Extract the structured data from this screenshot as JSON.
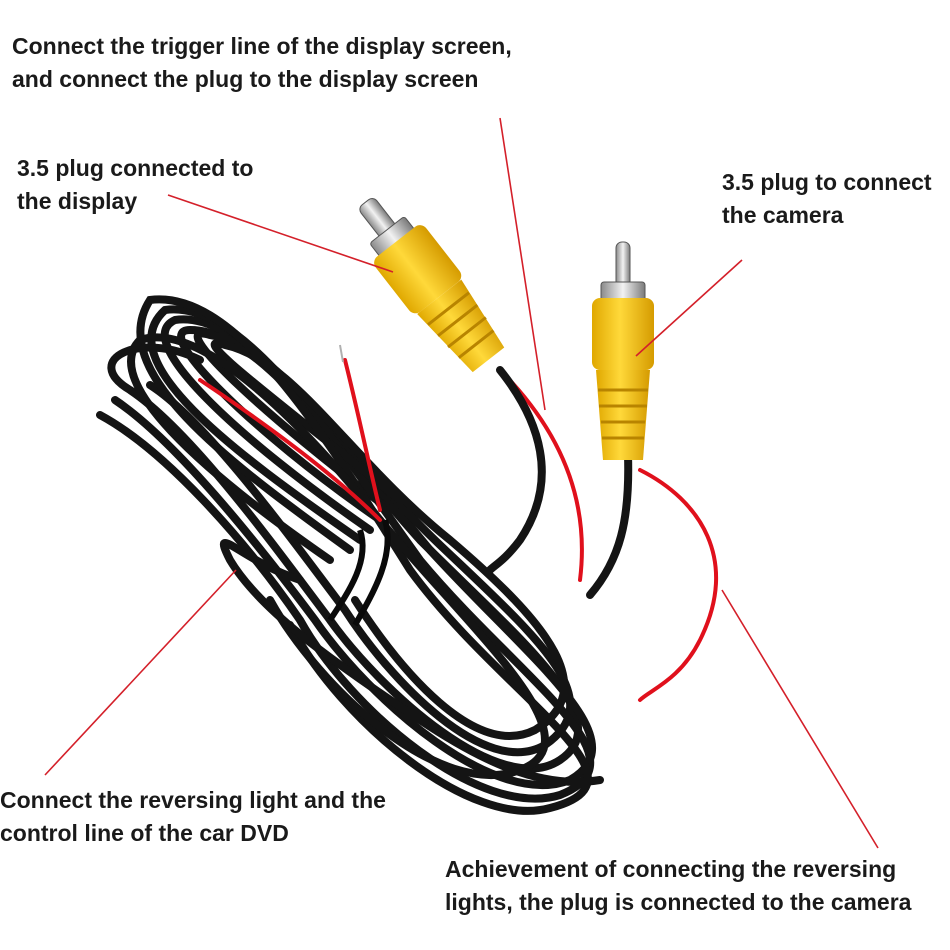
{
  "labels": {
    "trigger_line_1": "Connect the trigger line of the display screen,",
    "trigger_line_2": "and connect the plug to the display screen",
    "plug_display_1": "3.5 plug connected to",
    "plug_display_2": "the display",
    "plug_camera_1": "3.5 plug to connect",
    "plug_camera_2": "the camera",
    "reversing_1": "Connect the reversing light and the",
    "reversing_2": "control line of the car DVD",
    "achievement_1": "Achievement of connecting the reversing",
    "achievement_2": "lights, the plug is connected to the camera"
  },
  "colors": {
    "leader_line": "#d4202a",
    "cable": "#111111",
    "plug_body": "#f5c400",
    "red_wire": "#e0101c"
  }
}
